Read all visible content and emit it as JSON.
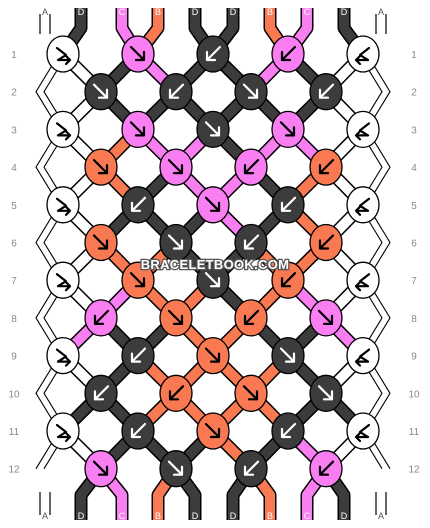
{
  "colors": {
    "A": "#ffffff",
    "B": "#f97a52",
    "C": "#f87ef2",
    "D": "#3c3c3c"
  },
  "top_strands": [
    "A",
    "D",
    "C",
    "B",
    "D",
    "D",
    "B",
    "C",
    "D",
    "A"
  ],
  "bottom_strands": [
    "A",
    "D",
    "C",
    "B",
    "D",
    "D",
    "B",
    "C",
    "D",
    "A"
  ],
  "row_labels": [
    "1",
    "2",
    "3",
    "4",
    "5",
    "6",
    "7",
    "8",
    "9",
    "10",
    "11",
    "12"
  ],
  "watermark": "BRACELETBOOK.COM",
  "knots": [
    {
      "row": 1,
      "col": 0,
      "color": "A",
      "dir": "forward-back-right"
    },
    {
      "row": 1,
      "col": 1,
      "color": "C",
      "dir": "down-right"
    },
    {
      "row": 1,
      "col": 2,
      "color": "D",
      "dir": "down-left"
    },
    {
      "row": 1,
      "col": 3,
      "color": "C",
      "dir": "down-left"
    },
    {
      "row": 1,
      "col": 4,
      "color": "A",
      "dir": "forward-back-left"
    },
    {
      "row": 2,
      "col": 0,
      "color": "D",
      "dir": "down-right"
    },
    {
      "row": 2,
      "col": 1,
      "color": "D",
      "dir": "down-left"
    },
    {
      "row": 2,
      "col": 2,
      "color": "D",
      "dir": "down-right"
    },
    {
      "row": 2,
      "col": 3,
      "color": "D",
      "dir": "down-left"
    },
    {
      "row": 3,
      "col": 0,
      "color": "A",
      "dir": "forward-back-right"
    },
    {
      "row": 3,
      "col": 1,
      "color": "C",
      "dir": "down-right"
    },
    {
      "row": 3,
      "col": 2,
      "color": "D",
      "dir": "down-right"
    },
    {
      "row": 3,
      "col": 3,
      "color": "C",
      "dir": "down-right"
    },
    {
      "row": 3,
      "col": 4,
      "color": "A",
      "dir": "forward-back-left"
    },
    {
      "row": 4,
      "col": 0,
      "color": "B",
      "dir": "down-right"
    },
    {
      "row": 4,
      "col": 1,
      "color": "C",
      "dir": "down-right"
    },
    {
      "row": 4,
      "col": 2,
      "color": "C",
      "dir": "down-left"
    },
    {
      "row": 4,
      "col": 3,
      "color": "B",
      "dir": "down-left"
    },
    {
      "row": 5,
      "col": 0,
      "color": "A",
      "dir": "forward-back-right"
    },
    {
      "row": 5,
      "col": 1,
      "color": "D",
      "dir": "down-left"
    },
    {
      "row": 5,
      "col": 2,
      "color": "C",
      "dir": "down-right"
    },
    {
      "row": 5,
      "col": 3,
      "color": "D",
      "dir": "down-left"
    },
    {
      "row": 5,
      "col": 4,
      "color": "A",
      "dir": "forward-back-left"
    },
    {
      "row": 6,
      "col": 0,
      "color": "B",
      "dir": "down-right"
    },
    {
      "row": 6,
      "col": 1,
      "color": "D",
      "dir": "down-right"
    },
    {
      "row": 6,
      "col": 2,
      "color": "D",
      "dir": "down-left"
    },
    {
      "row": 6,
      "col": 3,
      "color": "B",
      "dir": "down-left"
    },
    {
      "row": 7,
      "col": 0,
      "color": "A",
      "dir": "forward-back-right"
    },
    {
      "row": 7,
      "col": 1,
      "color": "B",
      "dir": "down-right"
    },
    {
      "row": 7,
      "col": 2,
      "color": "D",
      "dir": "down-right"
    },
    {
      "row": 7,
      "col": 3,
      "color": "B",
      "dir": "down-left"
    },
    {
      "row": 7,
      "col": 4,
      "color": "A",
      "dir": "forward-back-left"
    },
    {
      "row": 8,
      "col": 0,
      "color": "C",
      "dir": "down-left"
    },
    {
      "row": 8,
      "col": 1,
      "color": "B",
      "dir": "down-right"
    },
    {
      "row": 8,
      "col": 2,
      "color": "B",
      "dir": "down-left"
    },
    {
      "row": 8,
      "col": 3,
      "color": "C",
      "dir": "down-right"
    },
    {
      "row": 9,
      "col": 0,
      "color": "A",
      "dir": "forward-back-right"
    },
    {
      "row": 9,
      "col": 1,
      "color": "D",
      "dir": "down-left"
    },
    {
      "row": 9,
      "col": 2,
      "color": "B",
      "dir": "down-right"
    },
    {
      "row": 9,
      "col": 3,
      "color": "D",
      "dir": "down-right"
    },
    {
      "row": 9,
      "col": 4,
      "color": "A",
      "dir": "forward-back-left"
    },
    {
      "row": 10,
      "col": 0,
      "color": "D",
      "dir": "down-left"
    },
    {
      "row": 10,
      "col": 1,
      "color": "B",
      "dir": "down-left"
    },
    {
      "row": 10,
      "col": 2,
      "color": "B",
      "dir": "down-right"
    },
    {
      "row": 10,
      "col": 3,
      "color": "D",
      "dir": "down-right"
    },
    {
      "row": 11,
      "col": 0,
      "color": "A",
      "dir": "forward-back-right"
    },
    {
      "row": 11,
      "col": 1,
      "color": "D",
      "dir": "down-left"
    },
    {
      "row": 11,
      "col": 2,
      "color": "B",
      "dir": "down-right"
    },
    {
      "row": 11,
      "col": 3,
      "color": "D",
      "dir": "down-left"
    },
    {
      "row": 11,
      "col": 4,
      "color": "A",
      "dir": "forward-back-left"
    },
    {
      "row": 12,
      "col": 0,
      "color": "C",
      "dir": "down-right"
    },
    {
      "row": 12,
      "col": 1,
      "color": "D",
      "dir": "down-right"
    },
    {
      "row": 12,
      "col": 2,
      "color": "D",
      "dir": "down-left"
    },
    {
      "row": 12,
      "col": 3,
      "color": "C",
      "dir": "down-left"
    }
  ]
}
